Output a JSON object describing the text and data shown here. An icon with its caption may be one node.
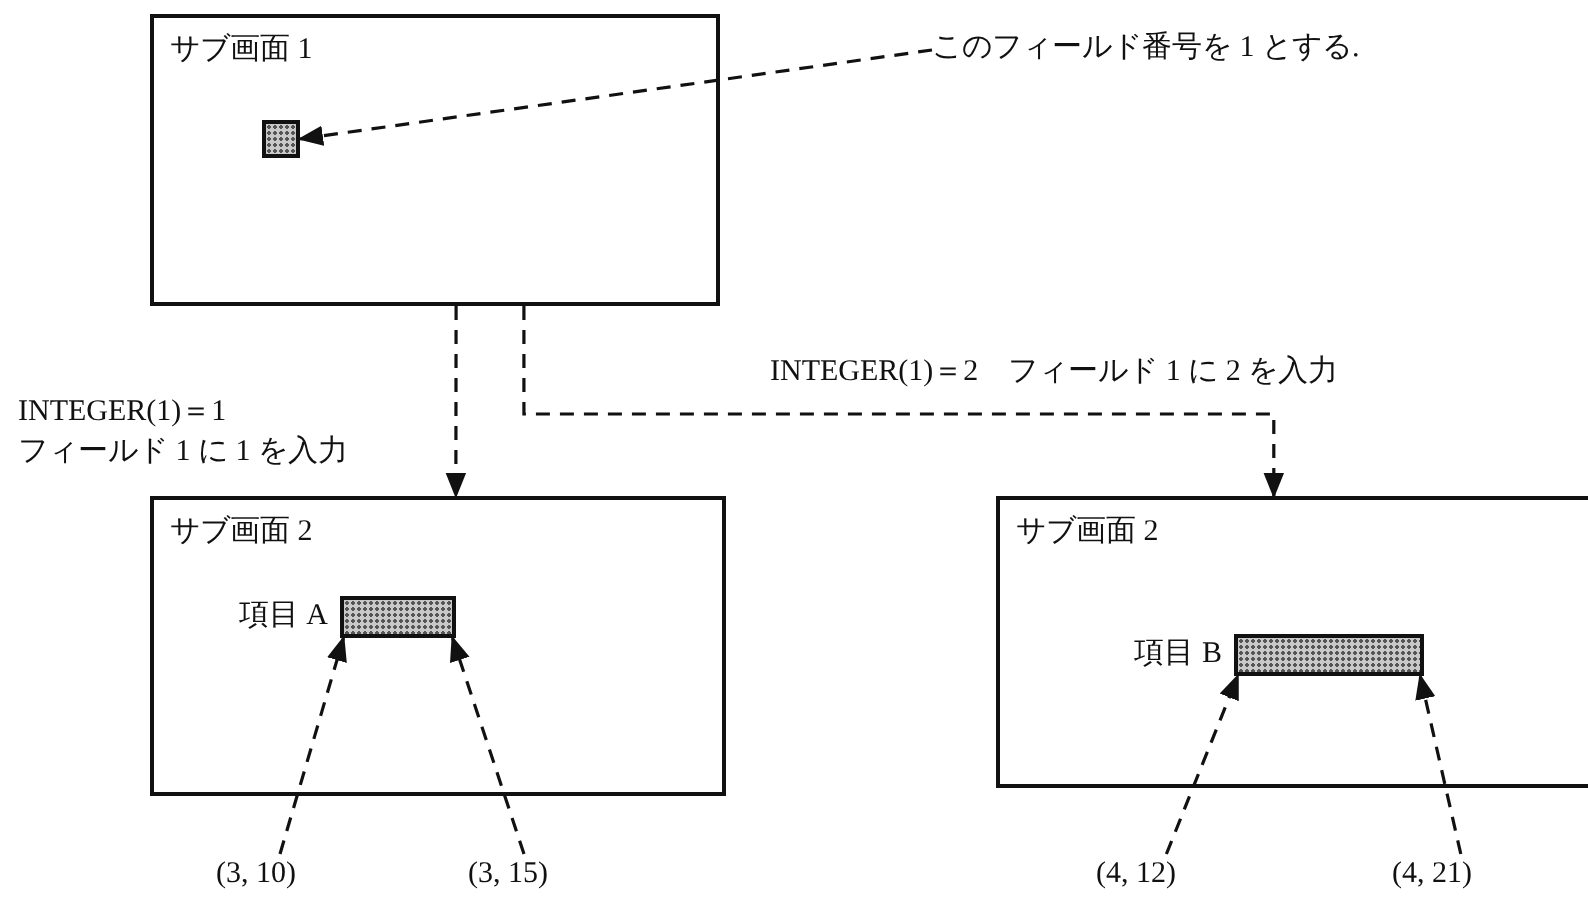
{
  "diagram": {
    "nodes": [
      {
        "text": [
          "サブ画面 1"
        ]
      },
      {
        "text": [],
        "shape": "box",
        "in": 0
      },
      {
        "text": [
          "このフィールド番号を 1 とする."
        ]
      },
      {
        "text": [
          "サブ画面 2"
        ]
      },
      {
        "text": [],
        "shape": "box",
        "in": 3,
        "beside": [
          "項目 A"
        ]
      },
      {
        "text": [
          "(3, 10)"
        ]
      },
      {
        "text": [
          "(3, 15)"
        ]
      },
      {
        "text": [
          "サブ画面 2"
        ]
      },
      {
        "text": [],
        "shape": "box",
        "in": 7,
        "beside": [
          "項目 B"
        ]
      },
      {
        "text": [
          "(4, 12)"
        ]
      },
      {
        "text": [
          "(4, 21)"
        ]
      }
    ],
    "edges": [
      {
        "from": 2,
        "to": 1,
        "arrow": "to",
        "style": "dashed"
      },
      {
        "from": 0,
        "to": 3,
        "arrow": "to",
        "style": "dashed",
        "label": "INTEGER(1)＝1 フィールド 1 に 1 を入力"
      },
      {
        "from": 0,
        "to": 7,
        "arrow": "to",
        "style": "dashed",
        "label": "INTEGER(1)＝2　フィールド 1 に 2 を入力"
      },
      {
        "from": 5,
        "to": 4,
        "arrow": "to",
        "style": "dashed"
      },
      {
        "from": 6,
        "to": 4,
        "arrow": "to",
        "style": "dashed"
      },
      {
        "from": 9,
        "to": 8,
        "arrow": "to",
        "style": "dashed"
      },
      {
        "from": 10,
        "to": 8,
        "arrow": "to",
        "style": "dashed"
      }
    ]
  }
}
